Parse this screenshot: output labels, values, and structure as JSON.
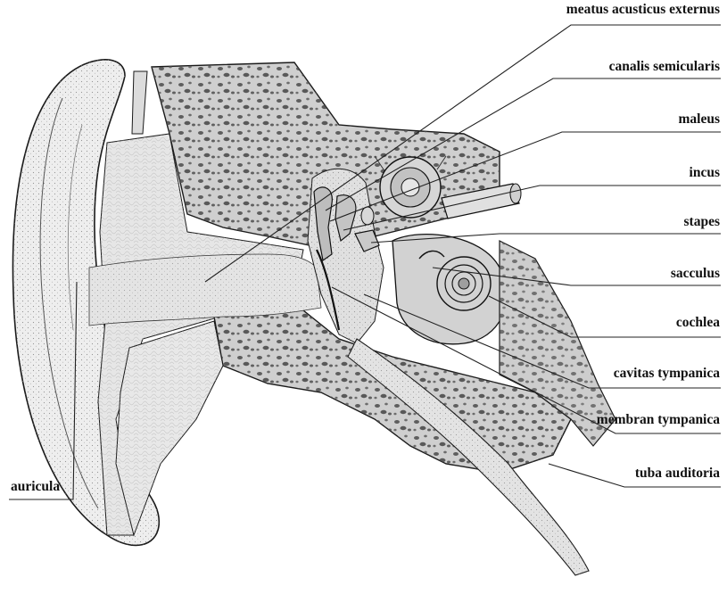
{
  "labels": {
    "meatus": "meatus acusticus externus",
    "canalis": "canalis semicularis",
    "maleus": "maleus",
    "incus": "incus",
    "stapes": "stapes",
    "sacculus": "sacculus",
    "cochlea": "cochlea",
    "cavitas": "cavitas tympanica",
    "membran": "membran tympanica",
    "tuba": "tuba auditoria",
    "auricula": "auricula"
  },
  "colors": {
    "ink": "#1a1a1a",
    "bone": "#d4d4d4",
    "bone_dark": "#a9a9a9",
    "skin": "#ececec",
    "canal": "#e2e2e2",
    "pores": "#555555",
    "leader": "#222222"
  }
}
